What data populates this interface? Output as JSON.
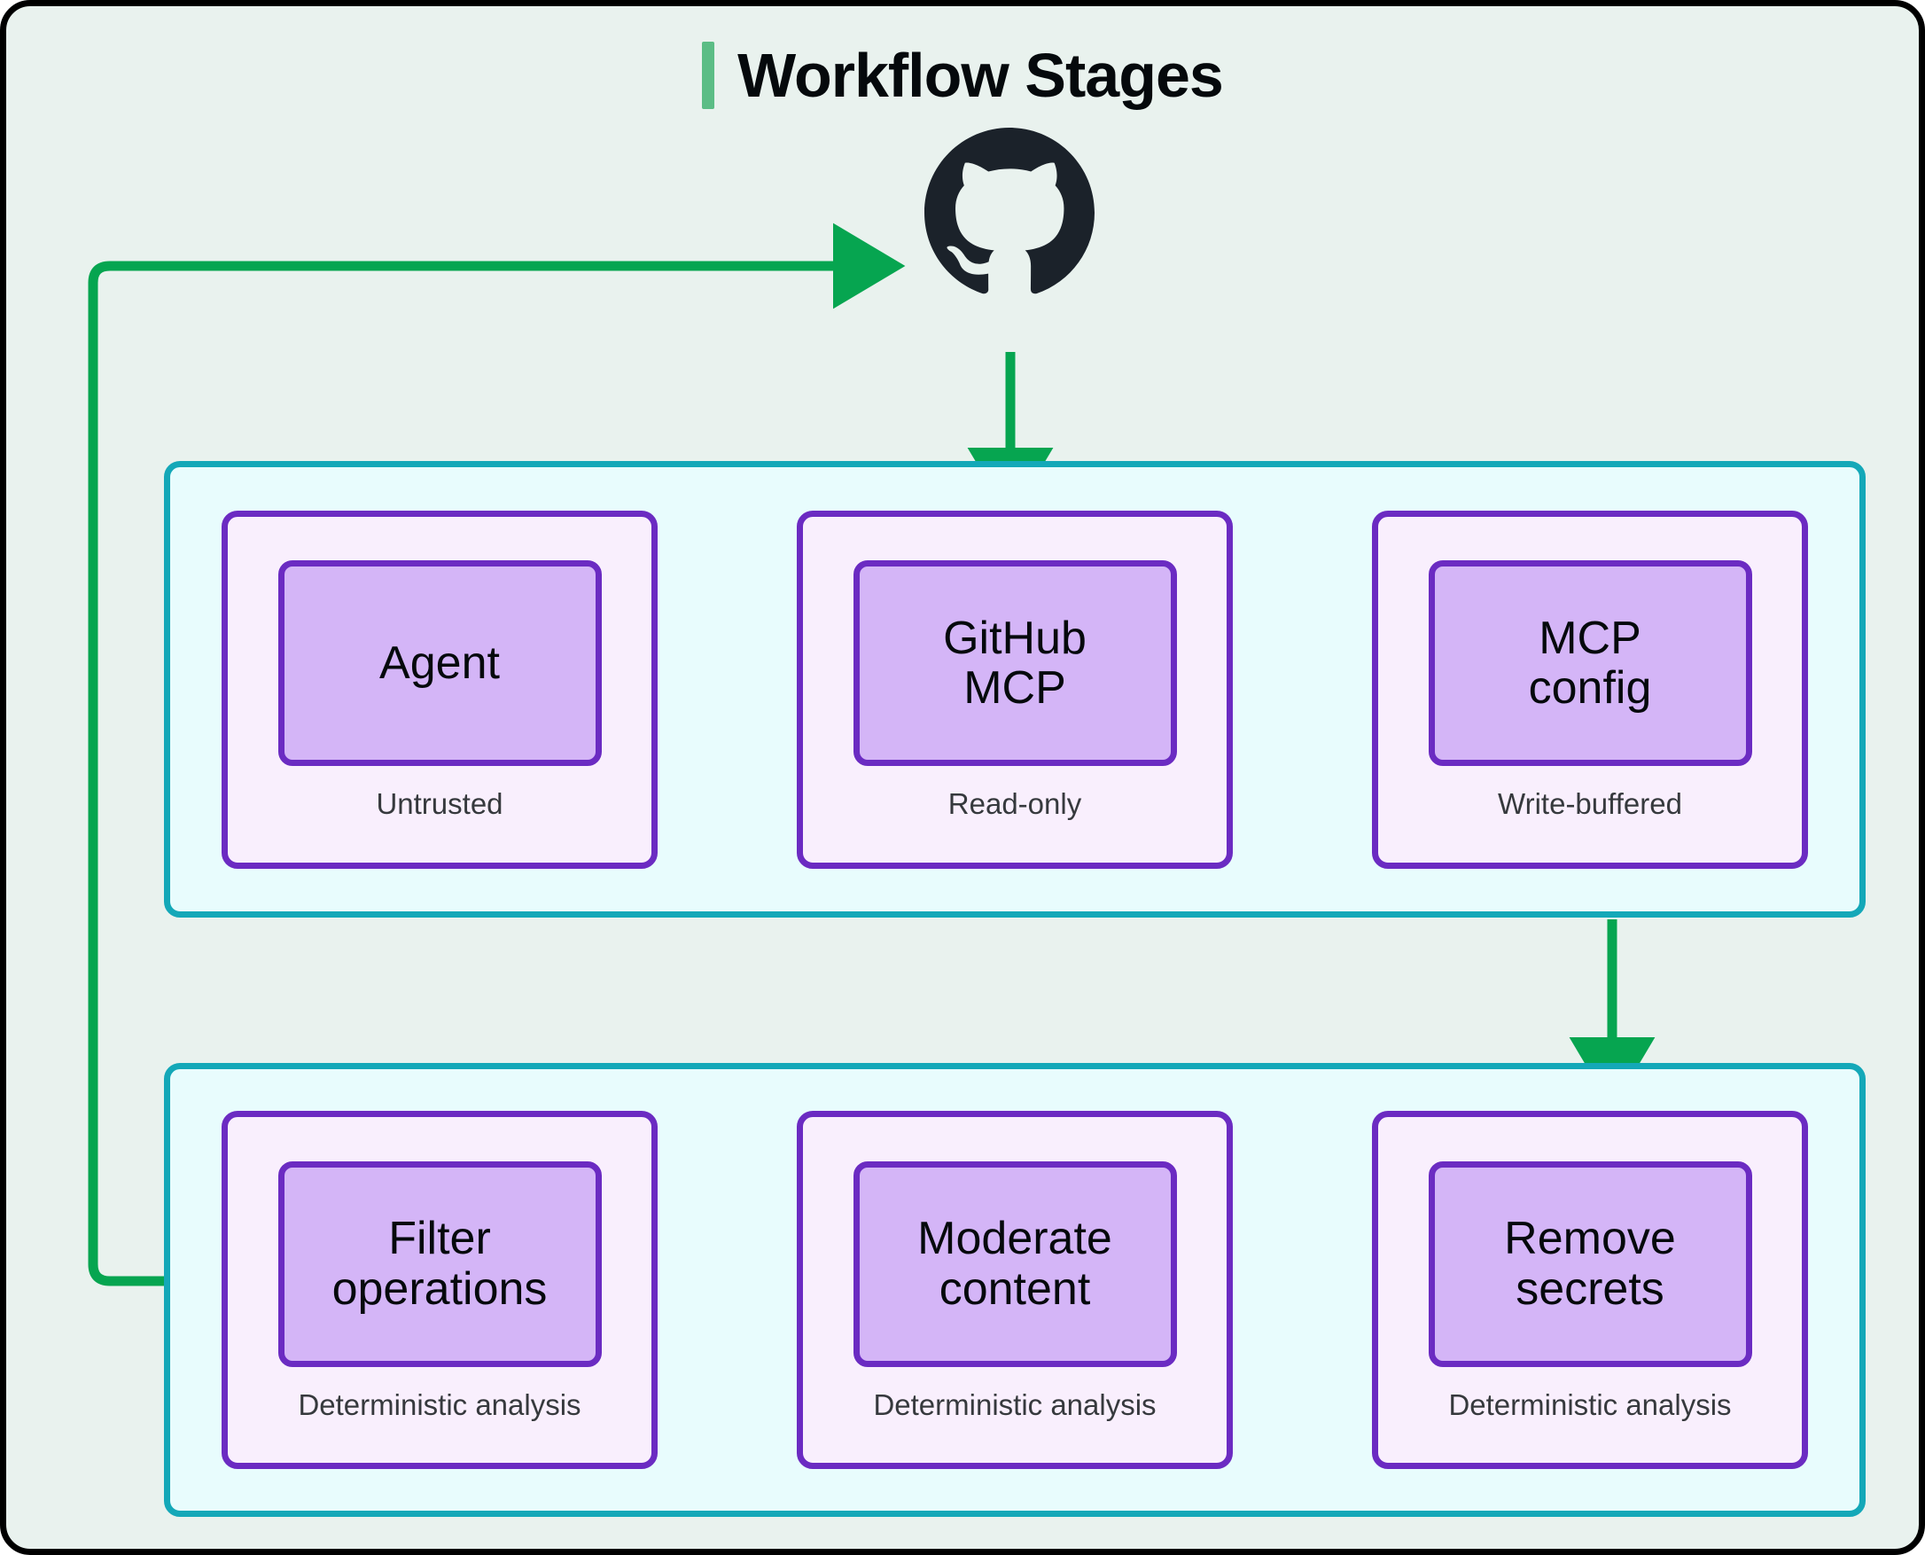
{
  "diagram": {
    "title": "Workflow Stages",
    "accent_bar_color": "#5bbd85",
    "frame_background": "#e9f2ee",
    "frame_border_color": "#000000",
    "group_border_color": "#14a8b8",
    "group_background": "#e8fcfd",
    "card_border_color": "#6b2bc2",
    "card_background": "#f9effd",
    "card_box_background": "#d4b5f7",
    "arrow_color": "#06a550",
    "logo_color": "#1b222a"
  },
  "logo": {
    "name": "github-octocat-logo",
    "alt": "GitHub"
  },
  "groups": [
    {
      "id": "top",
      "name": "mcp-layer",
      "cards": [
        {
          "label": "Agent",
          "sublabel": "Untrusted"
        },
        {
          "label": "GitHub\nMCP",
          "sublabel": "Read-only"
        },
        {
          "label": "MCP\nconfig",
          "sublabel": "Write-buffered"
        }
      ]
    },
    {
      "id": "bottom",
      "name": "sanitization-layer",
      "cards": [
        {
          "label": "Filter\noperations",
          "sublabel": "Deterministic analysis"
        },
        {
          "label": "Moderate\ncontent",
          "sublabel": "Deterministic analysis"
        },
        {
          "label": "Remove\nsecrets",
          "sublabel": "Deterministic analysis"
        }
      ]
    }
  ],
  "arrows": [
    {
      "name": "arrow-feedback-to-github",
      "from": "Filter operations",
      "to": "GitHub",
      "direction": "left-up-right"
    },
    {
      "name": "arrow-github-to-mcp",
      "from": "GitHub",
      "to": "GitHub MCP",
      "direction": "down"
    },
    {
      "name": "arrow-mcpconfig-to-remove-secrets",
      "from": "MCP config",
      "to": "Remove secrets",
      "direction": "down"
    },
    {
      "name": "arrow-remove-to-moderate",
      "from": "Remove secrets",
      "to": "Moderate content",
      "direction": "left"
    },
    {
      "name": "arrow-moderate-to-filter",
      "from": "Moderate content",
      "to": "Filter operations",
      "direction": "left"
    }
  ]
}
